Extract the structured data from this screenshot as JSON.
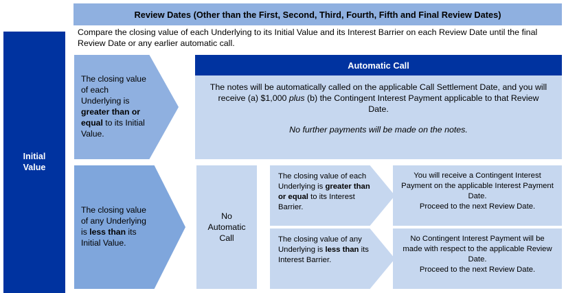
{
  "diagram": {
    "header": {
      "title": "Review Dates (Other than the First, Second, Third, Fourth, Fifth and Final Review Dates)"
    },
    "intro": "Compare the closing value of each Underlying to its Initial Value and its Interest Barrier on each Review Date until the final Review Date or any earlier automatic call.",
    "sidebar": {
      "label": "Initial\nValue"
    },
    "branch_above": {
      "condition_pre": "The closing value of each Underlying is ",
      "condition_bold": "greater than or equal",
      "condition_post": " to its Initial Value.",
      "outcome_title": "Automatic Call",
      "outcome_pre": "The notes will be automatically called on the applicable Call Settlement Date, and you will receive (a) $1,000 ",
      "outcome_italic": "plus",
      "outcome_post": " (b) the Contingent Interest Payment applicable to that Review Date.",
      "outcome_note": "No further payments will be made on the notes."
    },
    "branch_below": {
      "condition_pre": "The closing value of any Underlying is ",
      "condition_bold": "less than",
      "condition_post": " its Initial Value.",
      "outcome_label": "No\nAutomatic\nCall",
      "sub_branches": [
        {
          "condition_pre": "The closing value of each Underlying is ",
          "condition_bold": "greater than or equal",
          "condition_post": " to its Interest Barrier.",
          "outcome": "You will receive a Contingent Interest Payment on the applicable Interest Payment Date.\nProceed to the next Review Date."
        },
        {
          "condition_pre": "The closing value of any Underlying is ",
          "condition_bold": "less than",
          "condition_post": " its Interest Barrier.",
          "outcome": "No Contingent Interest Payment will be made with respect to the applicable Review Date.\nProceed to the next Review Date."
        }
      ]
    },
    "colors": {
      "dark_blue": "#0033A0",
      "medium_blue": "#8FB0E0",
      "chevron_blue": "#7FA6DC",
      "light_blue": "#C6D7EF",
      "background": "#FFFFFF"
    }
  }
}
